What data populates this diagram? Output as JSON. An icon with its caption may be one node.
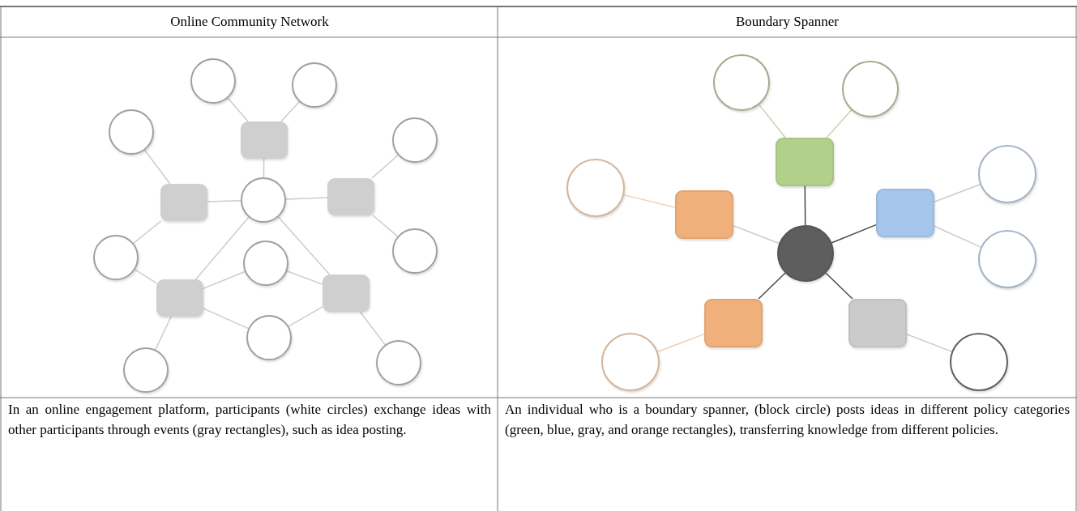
{
  "diagram": {
    "nodes": [
      {
        "text": [],
        "shape": "circle"
      },
      {
        "text": [],
        "shape": "circle"
      },
      {
        "text": [],
        "shape": "circle"
      },
      {
        "text": [],
        "shape": "box"
      },
      {
        "text": [],
        "shape": "circle"
      },
      {
        "text": [],
        "shape": "box"
      },
      {
        "text": [],
        "shape": "circle"
      },
      {
        "text": [],
        "shape": "box"
      },
      {
        "text": [],
        "shape": "circle"
      },
      {
        "text": [],
        "shape": "circle"
      },
      {
        "text": [],
        "shape": "circle"
      },
      {
        "text": [],
        "shape": "box"
      },
      {
        "text": [],
        "shape": "box"
      },
      {
        "text": [],
        "shape": "circle"
      },
      {
        "text": [],
        "shape": "circle"
      },
      {
        "text": [],
        "shape": "circle"
      },
      {
        "text": [],
        "shape": "circle"
      },
      {
        "text": [],
        "shape": "circle"
      },
      {
        "text": [],
        "shape": "box"
      },
      {
        "text": [],
        "shape": "circle"
      },
      {
        "text": [],
        "shape": "circle"
      },
      {
        "text": [],
        "shape": "box"
      },
      {
        "text": [],
        "shape": "box"
      },
      {
        "text": [],
        "shape": "circle"
      },
      {
        "text": [],
        "shape": "circle"
      },
      {
        "text": [],
        "shape": "box"
      },
      {
        "text": [],
        "shape": "box"
      },
      {
        "text": [],
        "shape": "circle"
      },
      {
        "text": [],
        "shape": "circle"
      }
    ],
    "edges": [
      {
        "from": 3,
        "to": 0,
        "arrow": "none"
      },
      {
        "from": 3,
        "to": 1,
        "arrow": "none"
      },
      {
        "from": 3,
        "to": 6,
        "arrow": "none"
      },
      {
        "from": 7,
        "to": 2,
        "arrow": "none"
      },
      {
        "from": 7,
        "to": 6,
        "arrow": "none"
      },
      {
        "from": 7,
        "to": 9,
        "arrow": "none"
      },
      {
        "from": 5,
        "to": 6,
        "arrow": "none"
      },
      {
        "from": 5,
        "to": 4,
        "arrow": "none"
      },
      {
        "from": 5,
        "to": 8,
        "arrow": "none"
      },
      {
        "from": 12,
        "to": 9,
        "arrow": "none"
      },
      {
        "from": 12,
        "to": 6,
        "arrow": "none"
      },
      {
        "from": 12,
        "to": 10,
        "arrow": "none"
      },
      {
        "from": 12,
        "to": 13,
        "arrow": "none"
      },
      {
        "from": 12,
        "to": 15,
        "arrow": "none"
      },
      {
        "from": 11,
        "to": 6,
        "arrow": "none"
      },
      {
        "from": 11,
        "to": 10,
        "arrow": "none"
      },
      {
        "from": 11,
        "to": 13,
        "arrow": "none"
      },
      {
        "from": 11,
        "to": 14,
        "arrow": "none"
      },
      {
        "from": 18,
        "to": 16,
        "arrow": "none",
        "color": "#c5d3b5"
      },
      {
        "from": 18,
        "to": 17,
        "arrow": "none",
        "color": "#c5d3b5"
      },
      {
        "from": 18,
        "to": 23,
        "arrow": "none",
        "color": "#4a4a4a"
      },
      {
        "from": 22,
        "to": 20,
        "arrow": "none",
        "color": "#f0cdb0"
      },
      {
        "from": 22,
        "to": 23,
        "arrow": "none"
      },
      {
        "from": 21,
        "to": 23,
        "arrow": "none",
        "color": "#4a4a4a"
      },
      {
        "from": 21,
        "to": 19,
        "arrow": "none"
      },
      {
        "from": 21,
        "to": 24,
        "arrow": "none"
      },
      {
        "from": 25,
        "to": 23,
        "arrow": "none",
        "color": "#4a4a4a"
      },
      {
        "from": 25,
        "to": 27,
        "arrow": "none",
        "color": "#f0cdb0"
      },
      {
        "from": 26,
        "to": 23,
        "arrow": "none",
        "color": "#4a4a4a"
      },
      {
        "from": 26,
        "to": 28,
        "arrow": "none"
      }
    ],
    "labels": [
      "Online Community Network",
      "Boundary Spanner",
      "In an online engagement platform, participants (white circles) exchange ideas with other participants through events (gray rectangles), such as idea posting.",
      "An individual who is a boundary spanner, (block circle) posts ideas in different policy categories (green, blue, gray, and orange rectangles), transferring knowledge from different policies."
    ]
  }
}
